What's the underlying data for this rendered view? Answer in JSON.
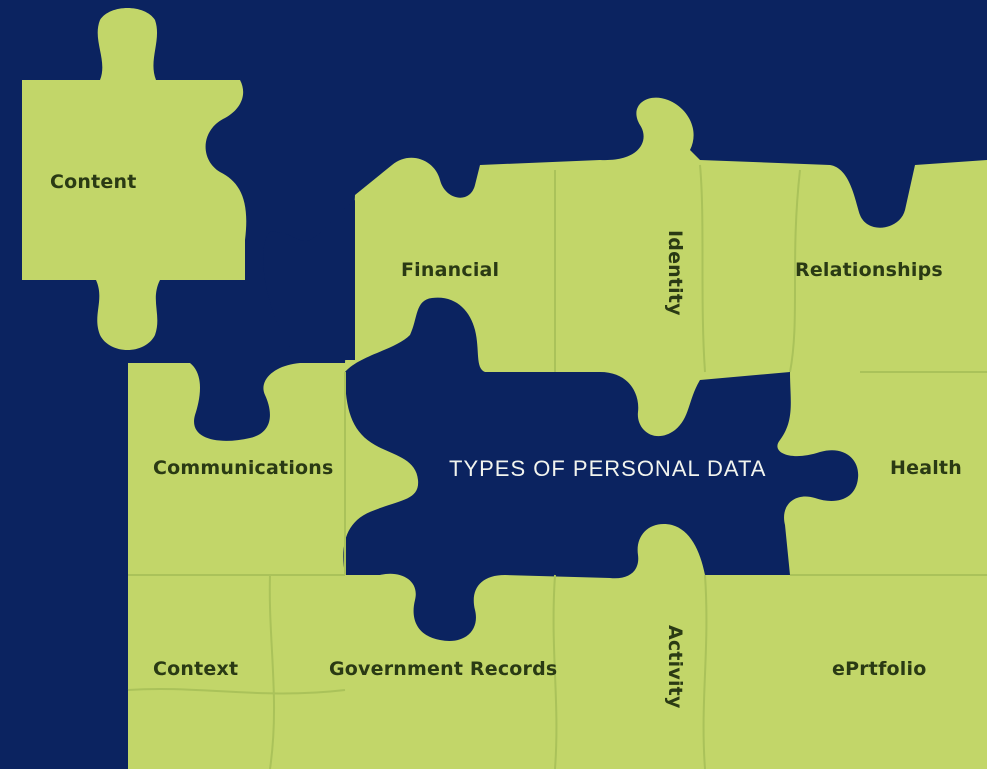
{
  "center_title": "TYPES OF PERSONAL DATA",
  "pieces": {
    "content": "Content",
    "financial": "Financial",
    "identity": "Identity",
    "relationships": "Relationships",
    "communications": "Communications",
    "health": "Health",
    "context": "Context",
    "government_records": "Government Records",
    "activity": "Activity",
    "eportfolio": "ePrtfolio"
  },
  "colors": {
    "background": "#0b2360",
    "piece_fill": "#c2d669",
    "piece_seam": "#aac25a",
    "label_text": "#2a3a14",
    "title_text": "#f2f4ee"
  }
}
